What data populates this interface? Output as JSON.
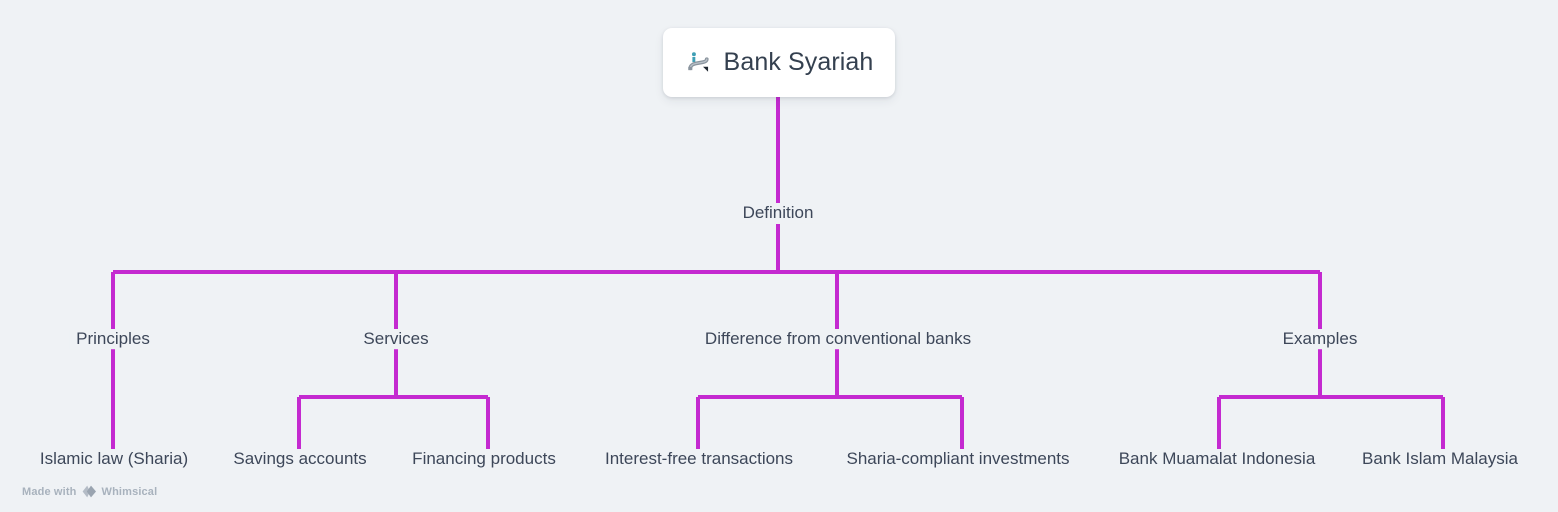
{
  "canvas": {
    "background_color": "#eff2f5",
    "connector_color": "#c42ad0",
    "text_color": "#3d4759"
  },
  "root": {
    "title": "Bank Syariah",
    "icon": "escalator-icon",
    "card_color": "#ffffff"
  },
  "tree": {
    "level1": {
      "label": "Definition"
    },
    "level2": [
      {
        "label": "Principles"
      },
      {
        "label": "Services"
      },
      {
        "label": "Difference from conventional banks"
      },
      {
        "label": "Examples"
      }
    ],
    "leaves": [
      {
        "label": "Islamic law (Sharia)"
      },
      {
        "label": "Savings accounts"
      },
      {
        "label": "Financing products"
      },
      {
        "label": "Interest-free transactions"
      },
      {
        "label": "Sharia-compliant investments"
      },
      {
        "label": "Bank Muamalat Indonesia"
      },
      {
        "label": "Bank Islam Malaysia"
      }
    ]
  },
  "watermark": {
    "prefix": "Made with",
    "brand": "Whimsical",
    "logo": "whimsical-logo-icon"
  }
}
